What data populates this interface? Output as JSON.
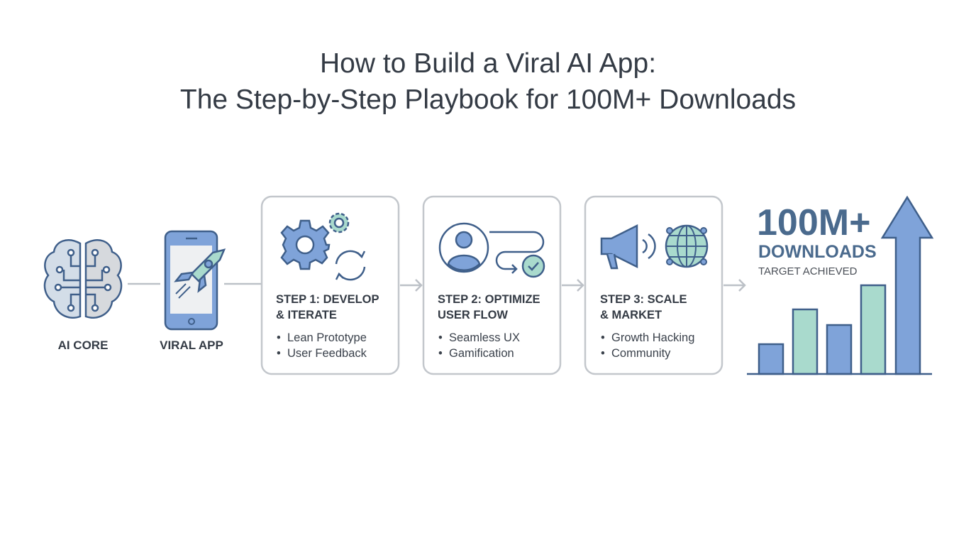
{
  "title": {
    "line1": "How to Build a Viral AI App:",
    "line2": "The Step-by-Step Playbook for 100M+ Downloads"
  },
  "nodes": {
    "ai_core": "AI CORE",
    "viral_app": "VIRAL APP"
  },
  "steps": [
    {
      "title1": "STEP 1: DEVELOP",
      "title2": "& ITERATE",
      "bullets": [
        "Lean Prototype",
        "User Feedback"
      ]
    },
    {
      "title1": "STEP 2: OPTIMIZE",
      "title2": "USER FLOW",
      "bullets": [
        "Seamless UX",
        "Gamification"
      ]
    },
    {
      "title1": "STEP 3: SCALE",
      "title2": "& MARKET",
      "bullets": [
        "Growth Hacking",
        "Community"
      ]
    }
  ],
  "result": {
    "headline": "100M+",
    "subhead": "DOWNLOADS",
    "caption": "TARGET ACHIEVED",
    "relative_bar_values": [
      42,
      91,
      69,
      125
    ]
  },
  "colors": {
    "blue": "#7fa3d9",
    "green": "#a9dacd",
    "outline": "#3f5f8a",
    "headline": "#4a6a8d"
  }
}
